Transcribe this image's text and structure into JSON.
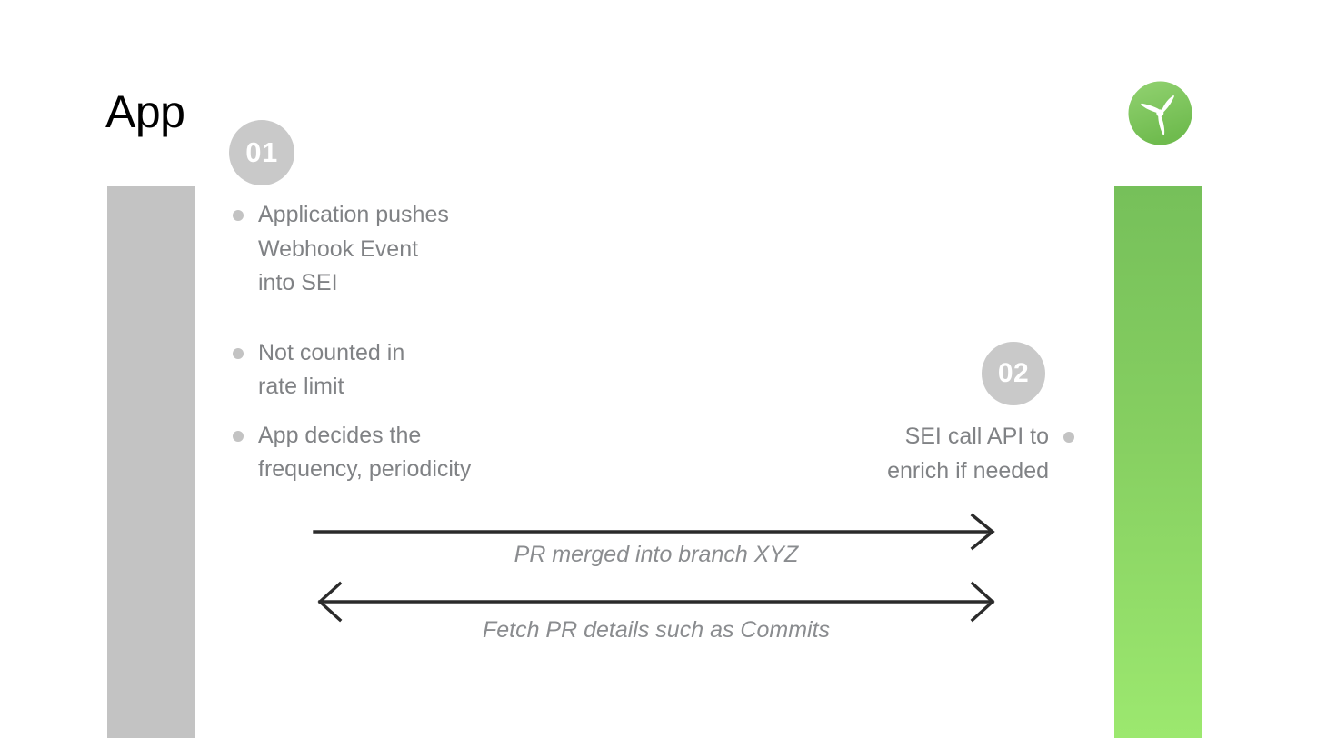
{
  "slide": {
    "title": "App",
    "logo_icon": "propeller-logo-icon",
    "brand_green_top": "#76c05a",
    "brand_green_bottom": "#9ce86f",
    "bar_gray": "#c3c3c3",
    "text_gray": "#808285",
    "badge_gray": "#c9c9c9",
    "arrow_color": "#2b2b2b"
  },
  "steps": [
    {
      "number": "01",
      "side": "left"
    },
    {
      "number": "02",
      "side": "right"
    }
  ],
  "left_bullets": [
    {
      "text": "Application pushes\nWebhook Event\ninto SEI"
    },
    {
      "text": "Not counted in\nrate limit"
    },
    {
      "text": "App decides the\nfrequency, periodicity"
    }
  ],
  "right_bullets": [
    {
      "text": "SEI call API to\nenrich if needed"
    }
  ],
  "arrows": [
    {
      "label": "PR merged into branch XYZ",
      "direction": "right"
    },
    {
      "label": "Fetch PR details such as Commits",
      "direction": "both"
    }
  ]
}
